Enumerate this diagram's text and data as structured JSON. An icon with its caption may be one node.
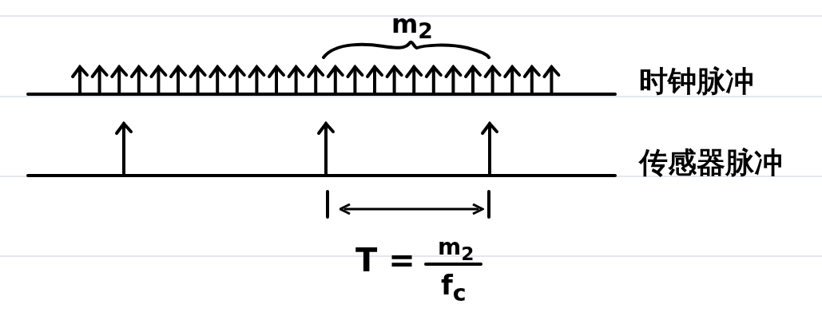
{
  "diagram": {
    "labels": [
      "m$_{2}$",
      "时钟脉冲",
      "传感器脉冲",
      "T =",
      "m$_{2}$",
      "f$_{c}$"
    ]
  }
}
